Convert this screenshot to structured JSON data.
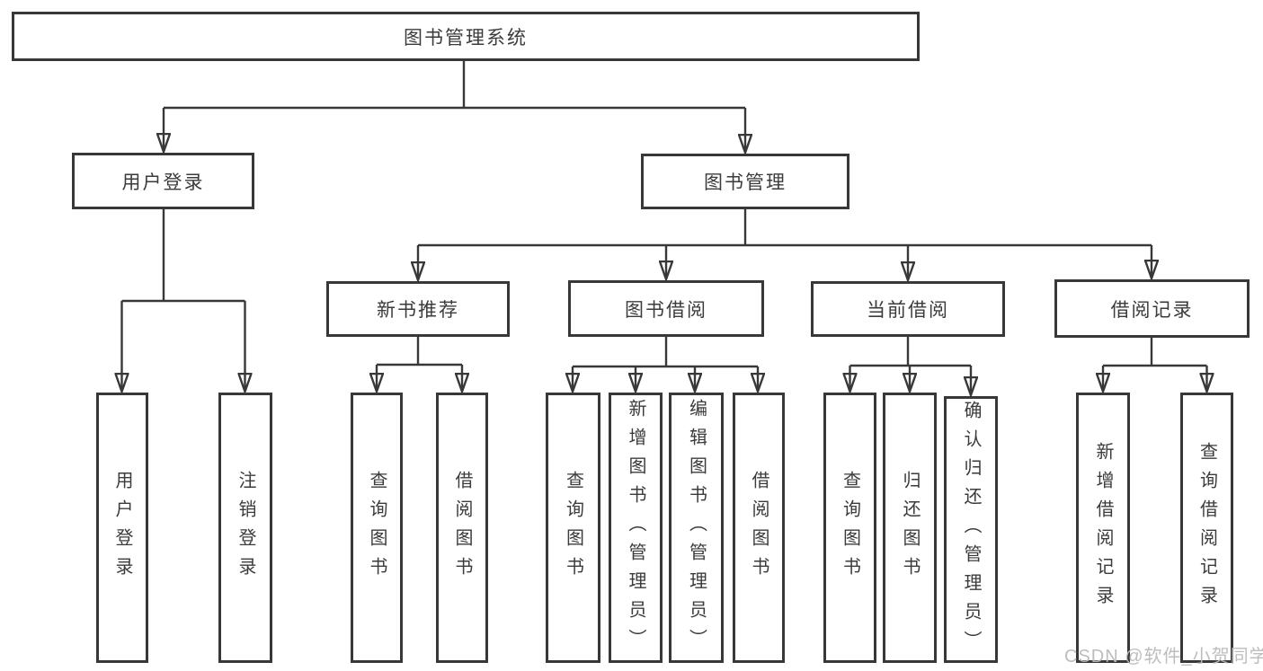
{
  "diagram": {
    "title": "图书管理系统",
    "level2": {
      "user_login": "用户登录",
      "book_management": "图书管理"
    },
    "level3": {
      "new_book_recommendation": "新书推荐",
      "book_borrowing": "图书借阅",
      "current_borrowing": "当前借阅",
      "borrowing_records": "借阅记录"
    },
    "leaves": {
      "user_login": "用户登录",
      "logout": "注销登录",
      "nbr_query_books": "查询图书",
      "nbr_borrow_books": "借阅图书",
      "bb_query_books": "查询图书",
      "bb_add_books_admin": "新增图书（管理员）",
      "bb_edit_books_admin": "编辑图书（管理员）",
      "bb_borrow_books": "借阅图书",
      "cb_query_books": "查询图书",
      "cb_return_books": "归还图书",
      "cb_confirm_return_admin": "确认归还（管理员）",
      "br_add_record": "新增借阅记录",
      "br_query_record": "查询借阅记录"
    }
  },
  "watermark": "CSDN @软件_小贺同学",
  "colors": {
    "line": "#383838",
    "border": "#383838",
    "text": "#3b3b3b",
    "background": "#ffffff",
    "watermark": "#b9b9b9"
  }
}
